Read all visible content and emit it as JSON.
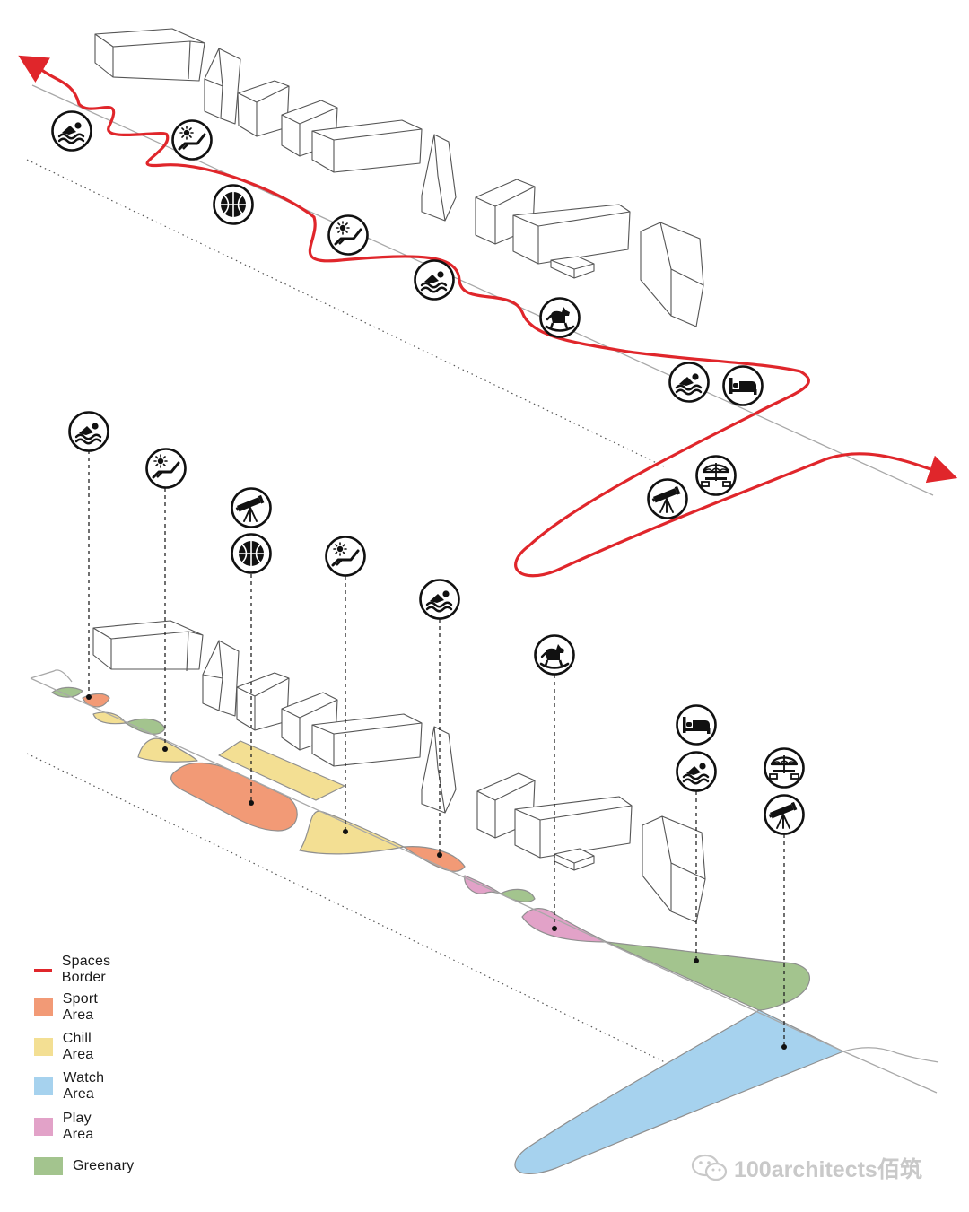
{
  "legend": {
    "items": [
      {
        "label": "Spaces Border",
        "kind": "line",
        "color": "#e0262b"
      },
      {
        "label": "Sport Area",
        "kind": "swatch",
        "color": "#f29a76"
      },
      {
        "label": "Chill Area",
        "kind": "swatch",
        "color": "#f3df93"
      },
      {
        "label": "Watch Area",
        "kind": "swatch",
        "color": "#a6d2ee"
      },
      {
        "label": "Play Area",
        "kind": "swatch",
        "color": "#e2a2c8"
      },
      {
        "label": "Greenary",
        "kind": "swatch",
        "color": "#a3c48e"
      }
    ]
  },
  "colors": {
    "border": "#e0262b",
    "sport": "#f29a76",
    "chill": "#f3df93",
    "watch": "#a6d2ee",
    "play": "#e2a2c8",
    "green": "#a3c48e",
    "outline": "#9a9a9a",
    "icon": "#111111"
  },
  "icons": {
    "top": [
      "swimmer-icon",
      "sunbed-icon",
      "basketball-icon",
      "sunbed-icon",
      "swimmer-icon",
      "rocking-horse-icon",
      "swimmer-icon",
      "bed-icon",
      "umbrella-table-icon",
      "telescope-icon"
    ],
    "bottom": [
      "swimmer-icon",
      "sunbed-icon",
      "telescope-icon",
      "basketball-icon",
      "sunbed-icon",
      "swimmer-icon",
      "rocking-horse-icon",
      "bed-icon",
      "swimmer-icon",
      "umbrella-table-icon",
      "telescope-icon"
    ]
  },
  "watermark": {
    "text": "100architects佰筑",
    "icon": "wechat-icon"
  }
}
